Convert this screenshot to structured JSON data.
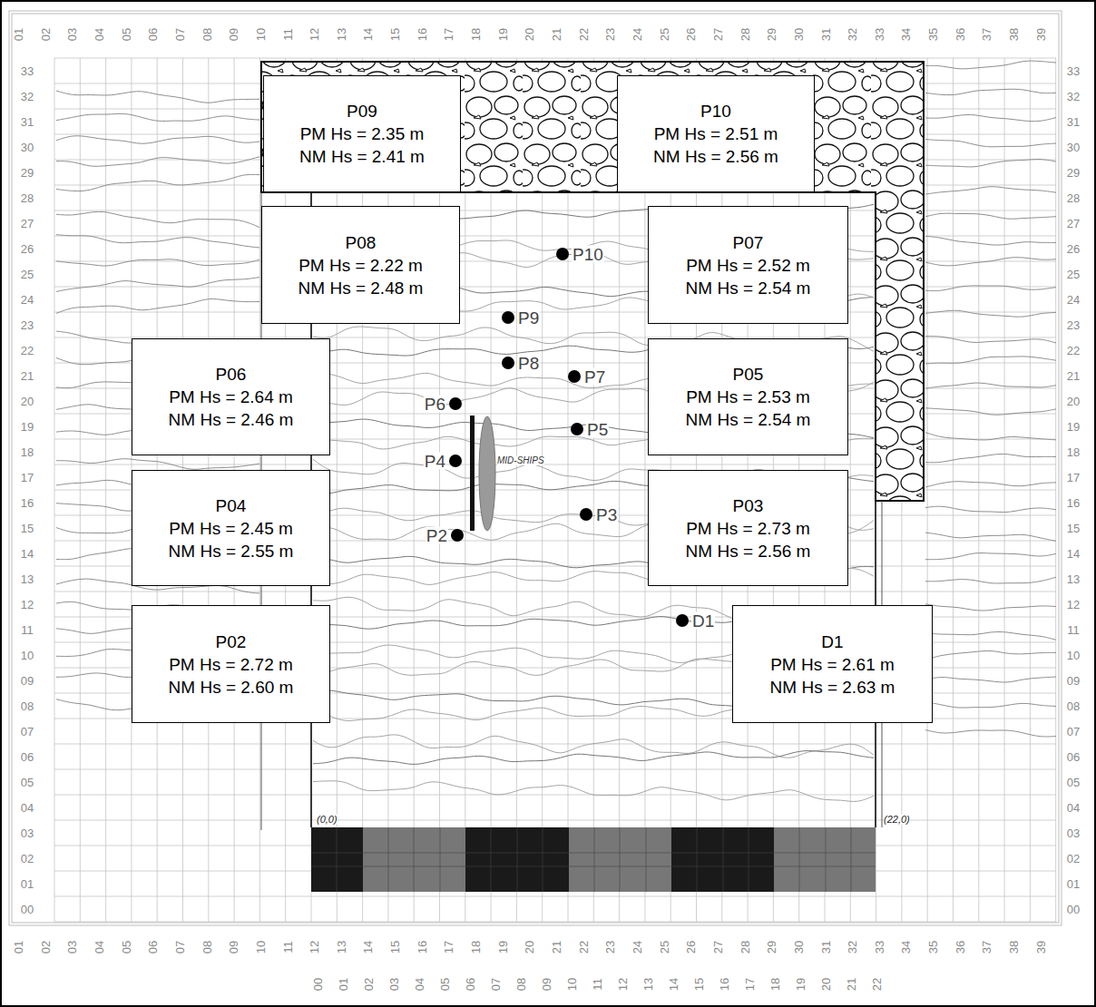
{
  "diagram": {
    "nodes": [
      {
        "text": [
          "P09",
          "PM Hs = 2.35 m",
          "NM Hs = 2.41 m"
        ]
      },
      {
        "text": [
          "P10",
          "PM Hs = 2.51 m",
          "NM Hs = 2.56 m"
        ]
      },
      {
        "text": [
          "P08",
          "PM Hs = 2.22 m",
          "NM Hs = 2.48 m"
        ]
      },
      {
        "text": [
          "P07",
          "PM Hs = 2.52 m",
          "NM Hs = 2.54 m"
        ]
      },
      {
        "text": [
          "P06",
          "PM Hs = 2.64 m",
          "NM Hs = 2.46 m"
        ]
      },
      {
        "text": [
          "P05",
          "PM Hs = 2.53 m",
          "NM Hs = 2.54 m"
        ]
      },
      {
        "text": [
          "P04",
          "PM Hs = 2.45 m",
          "NM Hs = 2.55 m"
        ]
      },
      {
        "text": [
          "P03",
          "PM Hs = 2.73 m",
          "NM Hs = 2.56 m"
        ]
      },
      {
        "text": [
          "P02",
          "PM Hs = 2.72 m",
          "NM Hs = 2.60 m"
        ]
      },
      {
        "text": [
          "D1",
          "PM Hs = 2.61 m",
          "NM Hs = 2.63 m"
        ]
      }
    ],
    "labels": [
      "01",
      "02",
      "03",
      "04",
      "05",
      "06",
      "07",
      "08",
      "09",
      "10",
      "11",
      "12",
      "13",
      "14",
      "15",
      "16",
      "17",
      "18",
      "19",
      "20",
      "21",
      "22",
      "23",
      "24",
      "25",
      "26",
      "27",
      "28",
      "29",
      "30",
      "31",
      "32",
      "33",
      "34",
      "35",
      "36",
      "37",
      "38",
      "39",
      "33",
      "32",
      "31",
      "30",
      "29",
      "28",
      "27",
      "26",
      "25",
      "24",
      "23",
      "22",
      "21",
      "20",
      "19",
      "18",
      "17",
      "16",
      "15",
      "14",
      "13",
      "12",
      "11",
      "10",
      "09",
      "08",
      "07",
      "06",
      "05",
      "04",
      "03",
      "02",
      "01",
      "00",
      "33",
      "32",
      "31",
      "30",
      "29",
      "28",
      "27",
      "26",
      "25",
      "24",
      "23",
      "22",
      "21",
      "20",
      "19",
      "18",
      "17",
      "16",
      "15",
      "14",
      "13",
      "12",
      "11",
      "10",
      "09",
      "08",
      "07",
      "06",
      "05",
      "04",
      "03",
      "02",
      "01",
      "00",
      "01",
      "02",
      "03",
      "04",
      "05",
      "06",
      "07",
      "08",
      "09",
      "10",
      "11",
      "12",
      "13",
      "14",
      "15",
      "16",
      "17",
      "18",
      "19",
      "20",
      "21",
      "22",
      "23",
      "24",
      "25",
      "26",
      "27",
      "28",
      "29",
      "30",
      "31",
      "32",
      "33",
      "34",
      "35",
      "36",
      "37",
      "38",
      "39",
      "00",
      "01",
      "02",
      "03",
      "04",
      "05",
      "06",
      "07",
      "08",
      "09",
      "10",
      "11",
      "12",
      "13",
      "14",
      "15",
      "16",
      "17",
      "18",
      "19",
      "20",
      "21",
      "22",
      "P10",
      "P9",
      "P8",
      "P7",
      "P6",
      "P5",
      "P4",
      "P3",
      "P2",
      "D1",
      "MID-SHIPS",
      "(0,0)",
      "(22,0)"
    ]
  }
}
